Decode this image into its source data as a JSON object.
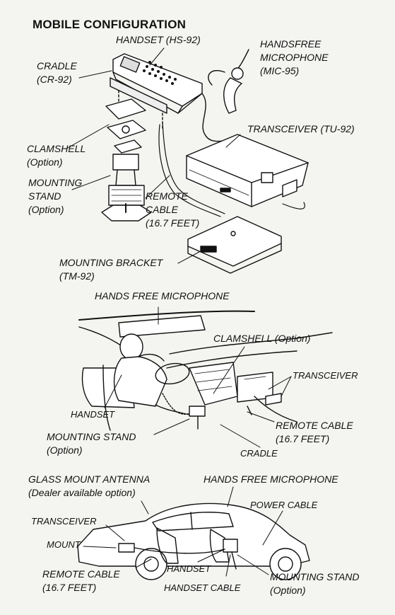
{
  "title": "MOBILE CONFIGURATION",
  "panel1": {
    "handset": [
      "HANDSET (HS-92)"
    ],
    "handsfree_mic": [
      "HANDSFREE",
      "MICROPHONE",
      "(MIC-95)"
    ],
    "cradle": [
      "CRADLE",
      "(CR-92)"
    ],
    "transceiver": [
      "TRANSCEIVER (TU-92)"
    ],
    "clamshell": [
      "CLAMSHELL",
      "(Option)"
    ],
    "mounting_stand": [
      "MOUNTING",
      "STAND",
      "(Option)"
    ],
    "remote_cable": [
      "REMOTE",
      "CABLE",
      "(16.7 FEET)"
    ],
    "mounting_bracket": [
      "MOUNTING BRACKET",
      "(TM-92)"
    ]
  },
  "panel2": {
    "hands_free_mic": [
      "HANDS FREE MICROPHONE"
    ],
    "clamshell": [
      "CLAMSHELL (Option)"
    ],
    "transceiver": [
      "TRANSCEIVER"
    ],
    "handset": [
      "HANDSET"
    ],
    "mounting_stand": [
      "MOUNTING STAND",
      "(Option)"
    ],
    "remote_cable": [
      "REMOTE CABLE",
      "(16.7 FEET)"
    ],
    "cradle": [
      "CRADLE"
    ]
  },
  "panel3": {
    "glass_antenna": [
      "GLASS MOUNT ANTENNA",
      "(Dealer available option)"
    ],
    "hands_free_mic": [
      "HANDS FREE MICROPHONE"
    ],
    "power_cable": [
      "POWER CABLE"
    ],
    "transceiver": [
      "TRANSCEIVER"
    ],
    "mount": [
      "MOUNT"
    ],
    "remote_cable": [
      "REMOTE CABLE",
      "(16.7 FEET)"
    ],
    "handset": [
      "HANDSET"
    ],
    "handset_cable": [
      "HANDSET CABLE"
    ],
    "mounting_stand": [
      "MOUNTING STAND",
      "(Option)"
    ]
  }
}
